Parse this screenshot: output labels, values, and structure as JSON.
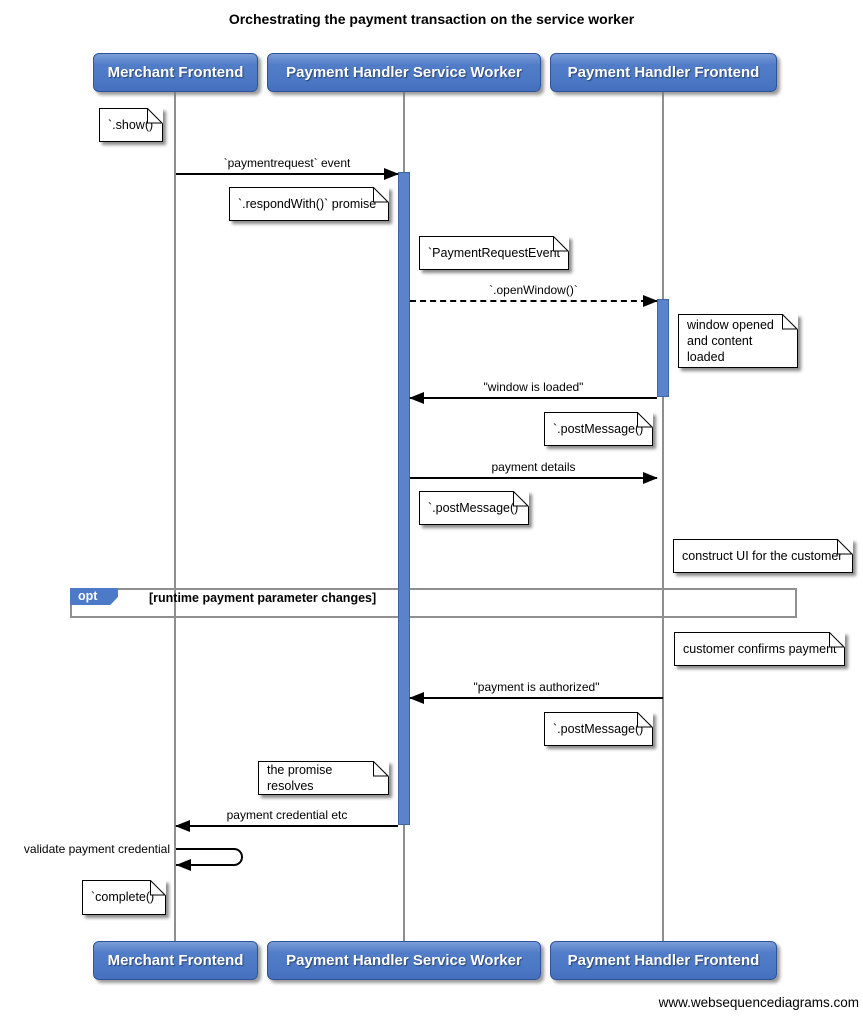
{
  "title": "Orchestrating the payment transaction on the service worker",
  "watermark": "www.websequencediagrams.com",
  "actors": [
    {
      "name": "Merchant Frontend"
    },
    {
      "name": "Payment Handler Service Worker"
    },
    {
      "name": "Payment Handler Frontend"
    }
  ],
  "messages": [
    {
      "id": "payment-request",
      "label": "`paymentrequest` event",
      "from": "Merchant Frontend",
      "to": "Payment Handler Service Worker",
      "line": "solid"
    },
    {
      "id": "open-window",
      "label": "`.openWindow()`",
      "from": "Payment Handler Service Worker",
      "to": "Payment Handler Frontend",
      "line": "dashed"
    },
    {
      "id": "window-loaded",
      "label": "\"window is loaded\"",
      "from": "Payment Handler Frontend",
      "to": "Payment Handler Service Worker",
      "line": "solid"
    },
    {
      "id": "payment-details",
      "label": "payment details",
      "from": "Payment Handler Service Worker",
      "to": "Payment Handler Frontend",
      "line": "solid"
    },
    {
      "id": "payment-authorized",
      "label": "\"payment is authorized\"",
      "from": "Payment Handler Frontend",
      "to": "Payment Handler Service Worker",
      "line": "solid"
    },
    {
      "id": "payment-credential",
      "label": "payment credential etc",
      "from": "Payment Handler Service Worker",
      "to": "Merchant Frontend",
      "line": "solid"
    },
    {
      "id": "validate-credential",
      "label": "validate payment credential",
      "from": "Merchant Frontend",
      "to": "Merchant Frontend",
      "line": "self"
    }
  ],
  "notes": [
    {
      "id": "show",
      "text": "`.show()`"
    },
    {
      "id": "respond-with",
      "text": "`.respondWith()` promise"
    },
    {
      "id": "payment-request-event",
      "text": "`PaymentRequestEvent`"
    },
    {
      "id": "window-opened",
      "text": "window opened\nand content loaded"
    },
    {
      "id": "post-message-1",
      "text": "`.postMessage()`"
    },
    {
      "id": "post-message-2",
      "text": "`.postMessage()`"
    },
    {
      "id": "construct-ui",
      "text": "construct UI for the customer"
    },
    {
      "id": "customer-confirms",
      "text": "customer confirms payment"
    },
    {
      "id": "post-message-3",
      "text": "`.postMessage()`"
    },
    {
      "id": "promise-resolves",
      "text": "the promise resolves"
    },
    {
      "id": "complete",
      "text": "`complete()`"
    }
  ],
  "fragment": {
    "operator": "opt",
    "guard": "[runtime payment parameter changes]"
  },
  "colors": {
    "actor_fill": "#4d7ac8",
    "actor_border": "#2d5398",
    "activation_fill": "#5b83cb",
    "lifeline": "#8e8e8e",
    "frame_border": "#8f8f8f",
    "note_fill": "#ffffff",
    "arrow": "#000000"
  }
}
